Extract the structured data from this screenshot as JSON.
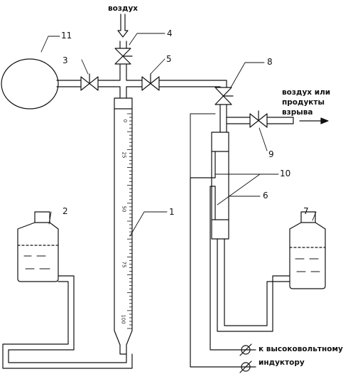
{
  "labels": {
    "air_in": "воздух",
    "air_out_lines": [
      "воздух или",
      "продукты",
      "взрыва"
    ],
    "inductor_1": "к высоковольтному",
    "inductor_2": "индуктору"
  },
  "callouts": [
    "1",
    "2",
    "3",
    "4",
    "5",
    "6",
    "7",
    "8",
    "9",
    "10",
    "11"
  ],
  "scale_ticks": [
    "0",
    "25",
    "50",
    "75",
    "100"
  ]
}
